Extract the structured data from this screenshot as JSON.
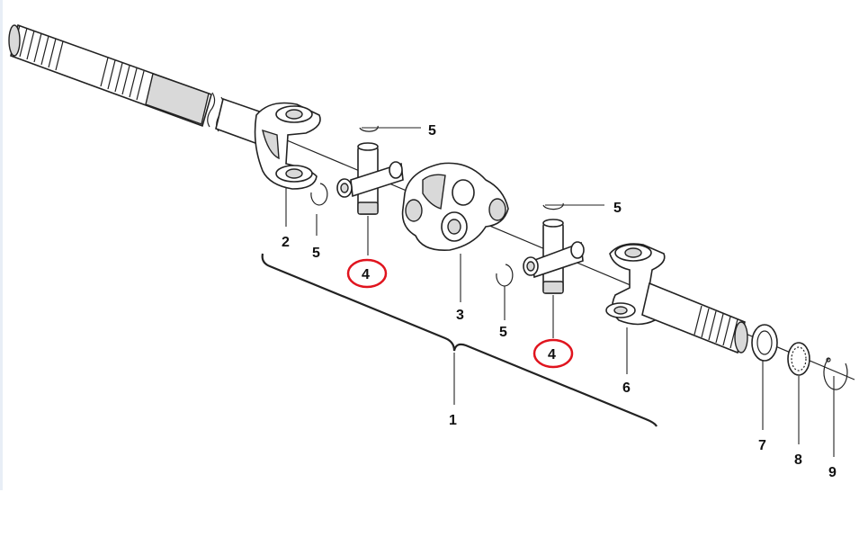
{
  "colors": {
    "highlight": "#e0141e",
    "ink": "#222222",
    "shade": "#d9d9d9"
  },
  "callouts": {
    "c1": "1",
    "c2": "2",
    "c3": "3",
    "c4a": "4",
    "c4b": "4",
    "c5a": "5",
    "c5b": "5",
    "c5c": "5",
    "c5d": "5",
    "c6": "6",
    "c7": "7",
    "c8": "8",
    "c9": "9"
  }
}
